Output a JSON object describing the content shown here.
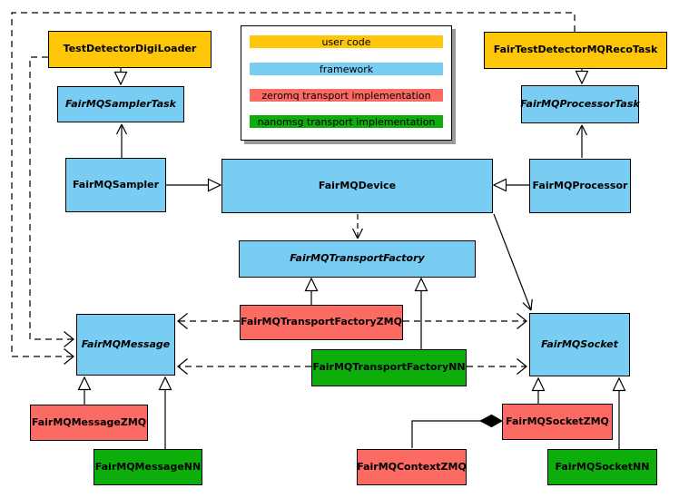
{
  "colors": {
    "user_code": "#fdc608",
    "framework": "#79cdf2",
    "zeromq": "#fb6a63",
    "nanomsg": "#0dad0c",
    "line": "#000000"
  },
  "legend": {
    "items": [
      {
        "label": "user code",
        "color": "#fdc608"
      },
      {
        "label": "framework",
        "color": "#79cdf2"
      },
      {
        "label": "zeromq transport implementation",
        "color": "#fb6a63"
      },
      {
        "label": "nanomsg transport implementation",
        "color": "#0dad0c"
      }
    ]
  },
  "nodes": {
    "testDetectorDigiLoader": {
      "label": "TestDetectorDigiLoader",
      "category": "user code",
      "abstract": false
    },
    "fairTestDetectorMQRecoTask": {
      "label": "FairTestDetectorMQRecoTask",
      "category": "user code",
      "abstract": false
    },
    "fairMQSamplerTask": {
      "label": "FairMQSamplerTask",
      "category": "framework",
      "abstract": true
    },
    "fairMQProcessorTask": {
      "label": "FairMQProcessorTask",
      "category": "framework",
      "abstract": true
    },
    "fairMQSampler": {
      "label": "FairMQSampler",
      "category": "framework",
      "abstract": false
    },
    "fairMQDevice": {
      "label": "FairMQDevice",
      "category": "framework",
      "abstract": false
    },
    "fairMQProcessor": {
      "label": "FairMQProcessor",
      "category": "framework",
      "abstract": false
    },
    "fairMQTransportFactory": {
      "label": "FairMQTransportFactory",
      "category": "framework",
      "abstract": true
    },
    "fairMQTransportFactoryZMQ": {
      "label": "FairMQTransportFactoryZMQ",
      "category": "zeromq",
      "abstract": false
    },
    "fairMQTransportFactoryNN": {
      "label": "FairMQTransportFactoryNN",
      "category": "nanomsg",
      "abstract": false
    },
    "fairMQMessage": {
      "label": "FairMQMessage",
      "category": "framework",
      "abstract": true
    },
    "fairMQSocket": {
      "label": "FairMQSocket",
      "category": "framework",
      "abstract": true
    },
    "fairMQMessageZMQ": {
      "label": "FairMQMessageZMQ",
      "category": "zeromq",
      "abstract": false
    },
    "fairMQMessageNN": {
      "label": "FairMQMessageNN",
      "category": "nanomsg",
      "abstract": false
    },
    "fairMQSocketZMQ": {
      "label": "FairMQSocketZMQ",
      "category": "zeromq",
      "abstract": false
    },
    "fairMQSocketNN": {
      "label": "FairMQSocketNN",
      "category": "nanomsg",
      "abstract": false
    },
    "fairMQContextZMQ": {
      "label": "FairMQContextZMQ",
      "category": "zeromq",
      "abstract": false
    }
  },
  "edges": [
    {
      "from": "TestDetectorDigiLoader",
      "to": "FairMQSamplerTask",
      "relation": "inheritance"
    },
    {
      "from": "FairTestDetectorMQRecoTask",
      "to": "FairMQProcessorTask",
      "relation": "inheritance"
    },
    {
      "from": "FairMQSampler",
      "to": "FairMQDevice",
      "relation": "inheritance"
    },
    {
      "from": "FairMQProcessor",
      "to": "FairMQDevice",
      "relation": "inheritance"
    },
    {
      "from": "FairMQTransportFactoryZMQ",
      "to": "FairMQTransportFactory",
      "relation": "inheritance"
    },
    {
      "from": "FairMQTransportFactoryNN",
      "to": "FairMQTransportFactory",
      "relation": "inheritance"
    },
    {
      "from": "FairMQMessageZMQ",
      "to": "FairMQMessage",
      "relation": "inheritance"
    },
    {
      "from": "FairMQMessageNN",
      "to": "FairMQMessage",
      "relation": "inheritance"
    },
    {
      "from": "FairMQSocketZMQ",
      "to": "FairMQSocket",
      "relation": "inheritance"
    },
    {
      "from": "FairMQSocketNN",
      "to": "FairMQSocket",
      "relation": "inheritance"
    },
    {
      "from": "FairMQSampler",
      "to": "FairMQSamplerTask",
      "relation": "association"
    },
    {
      "from": "FairMQProcessor",
      "to": "FairMQProcessorTask",
      "relation": "association"
    },
    {
      "from": "FairMQDevice",
      "to": "FairMQTransportFactory",
      "relation": "dependency"
    },
    {
      "from": "FairMQDevice",
      "to": "FairMQSocket",
      "relation": "association"
    },
    {
      "from": "FairMQTransportFactoryZMQ",
      "to": "FairMQMessage",
      "relation": "dependency"
    },
    {
      "from": "FairMQTransportFactoryZMQ",
      "to": "FairMQSocket",
      "relation": "dependency"
    },
    {
      "from": "FairMQTransportFactoryNN",
      "to": "FairMQMessage",
      "relation": "dependency"
    },
    {
      "from": "FairMQTransportFactoryNN",
      "to": "FairMQSocket",
      "relation": "dependency"
    },
    {
      "from": "TestDetectorDigiLoader",
      "to": "FairMQMessage",
      "relation": "dependency"
    },
    {
      "from": "FairTestDetectorMQRecoTask",
      "to": "FairMQMessage",
      "relation": "dependency"
    },
    {
      "from": "FairMQContextZMQ",
      "to": "FairMQSocketZMQ",
      "relation": "composition"
    }
  ]
}
